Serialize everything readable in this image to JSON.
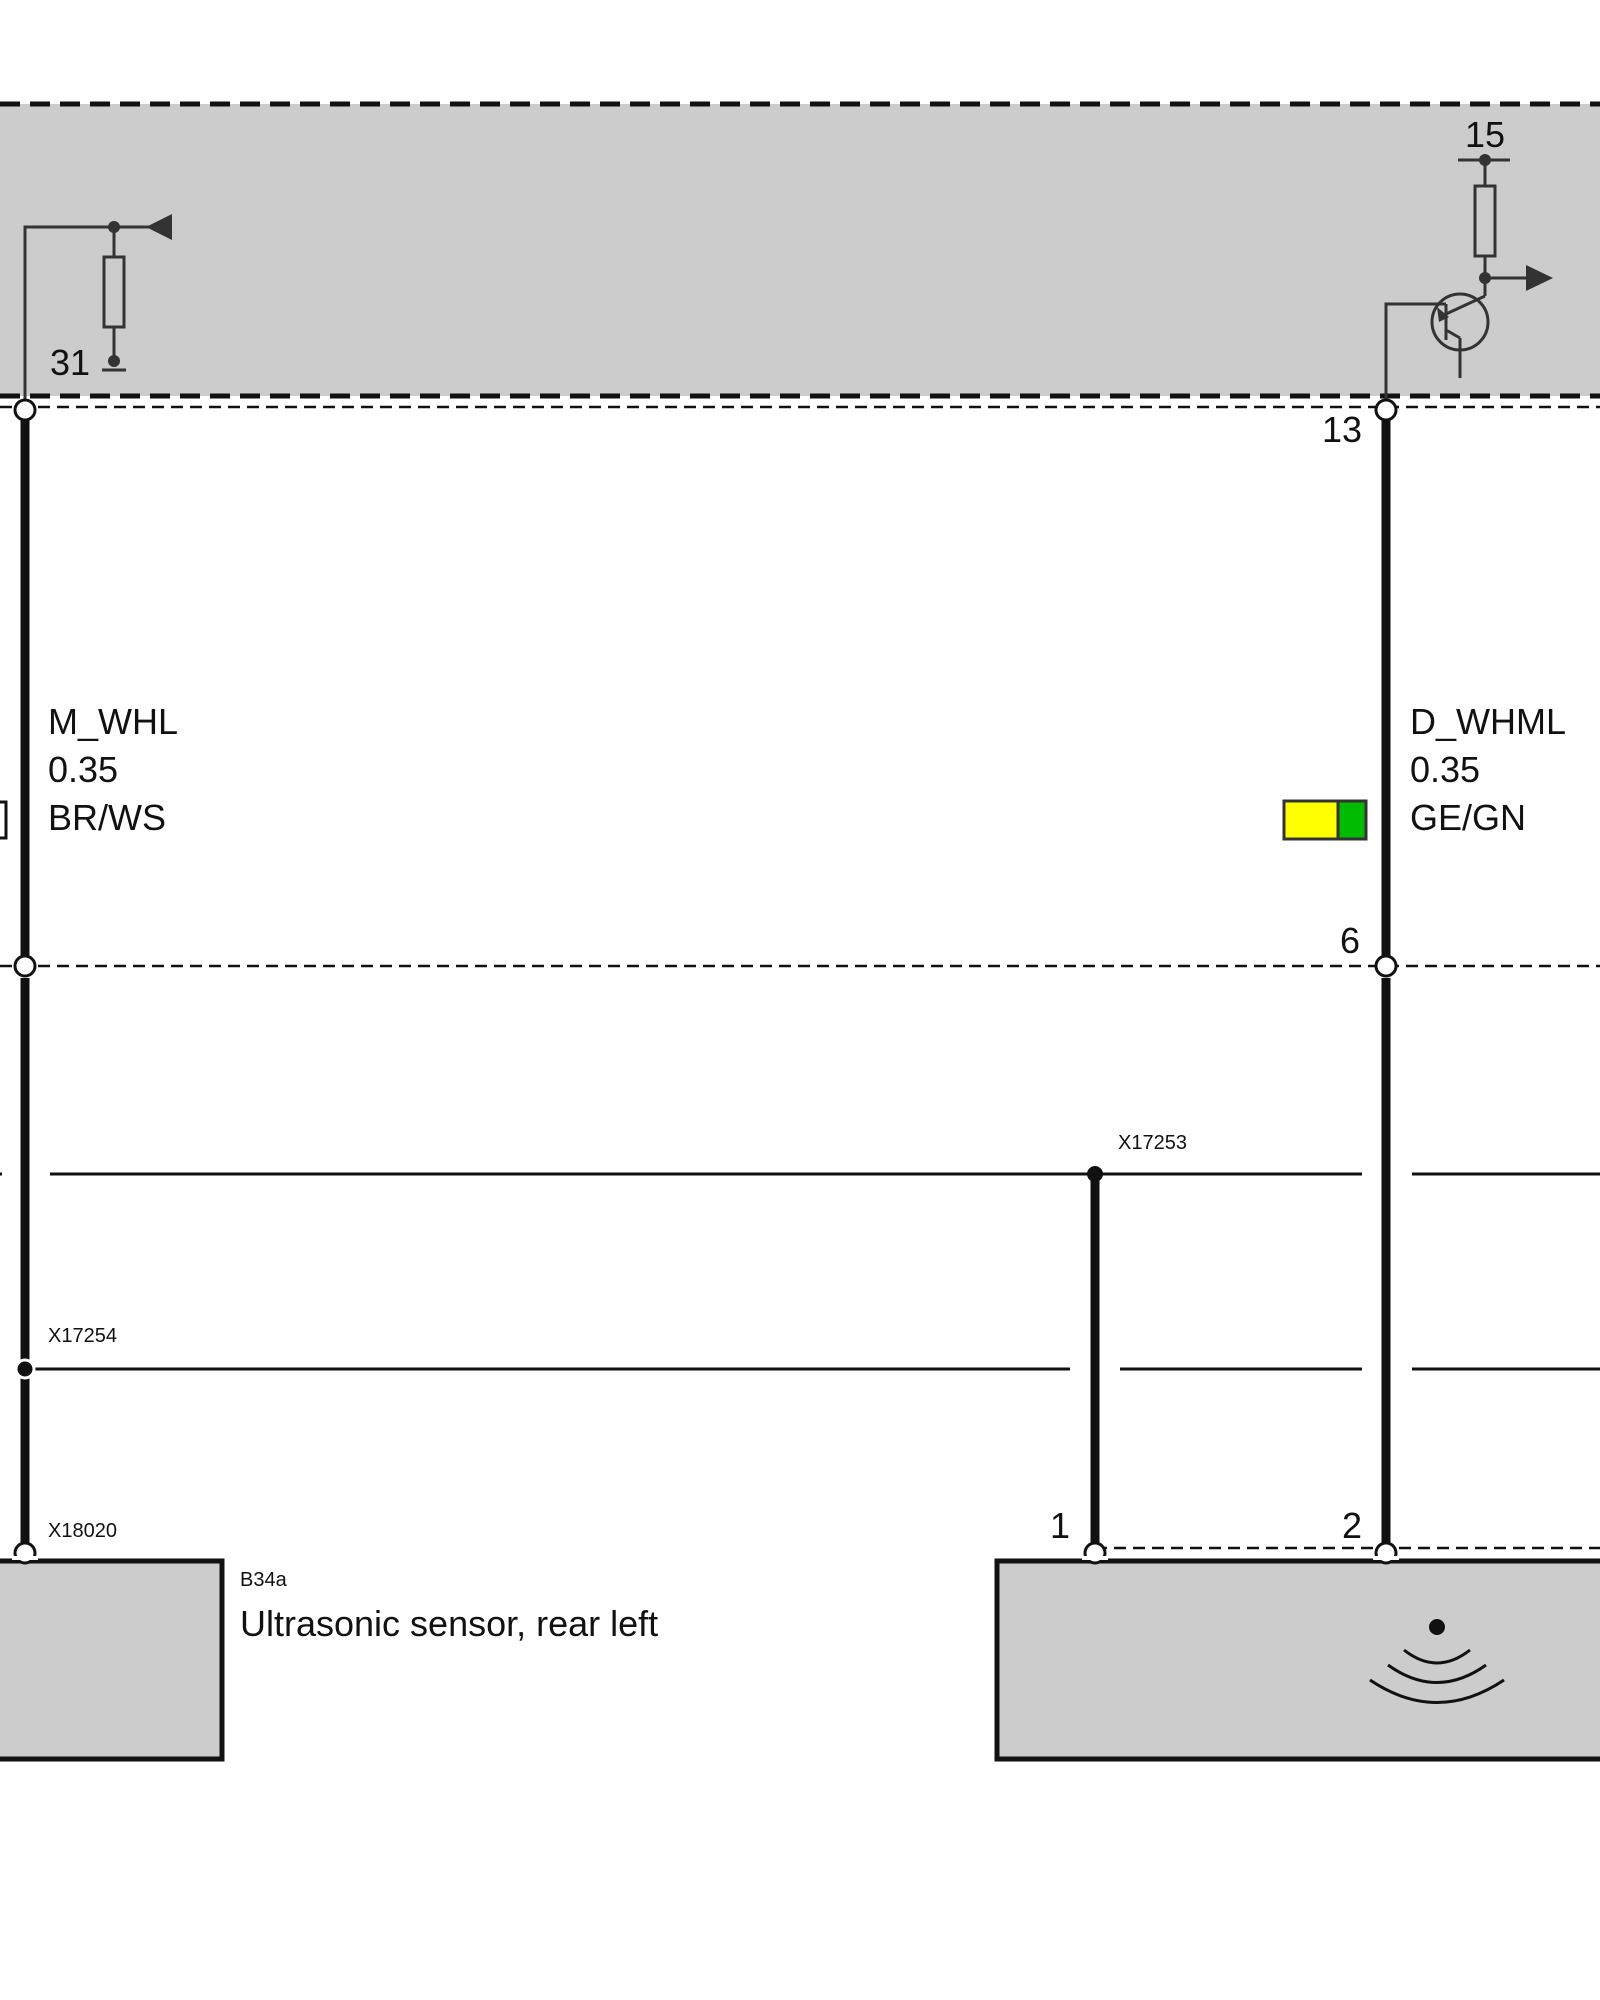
{
  "control_unit": {
    "ground_terminal": "31",
    "supply_terminal": "15",
    "pin_left": "",
    "pin_right": "13"
  },
  "wires": {
    "left": {
      "name": "M_WHL",
      "cross_section": "0.35",
      "color_code": "BR/WS"
    },
    "right": {
      "name": "D_WHML",
      "cross_section": "0.35",
      "color_code": "GE/GN",
      "color_swatch": [
        "#ffff00",
        "#00bb00"
      ]
    }
  },
  "connectors": {
    "right_mid_pin": "6",
    "splice_right": "X17253",
    "splice_left": "X17254",
    "sensor_plug": "X18020",
    "sensor_pin_1": "1",
    "sensor_pin_2": "2"
  },
  "sensor": {
    "code": "B34a",
    "label": "Ultrasonic sensor, rear left"
  },
  "colors": {
    "module_fill": "#cccccc",
    "line": "#000000",
    "wire_dark": "#111111"
  }
}
